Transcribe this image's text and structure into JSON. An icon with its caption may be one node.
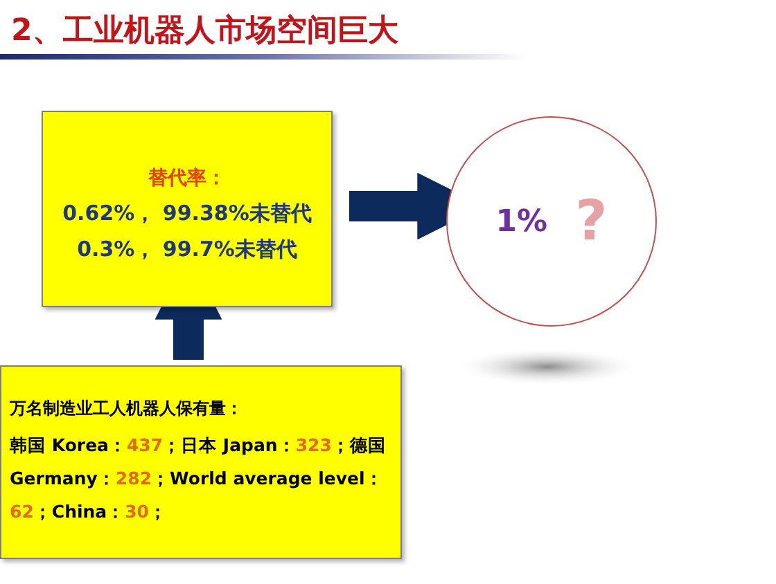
{
  "diagram": {
    "title": "2、工业机器人市场空间巨大",
    "nodes": [
      {
        "text": [
          "替代率：",
          "0.62%， 99.38%未替代",
          "0.3%， 99.7%未替代"
        ]
      },
      {
        "text": [
          "1%",
          "?"
        ]
      },
      {
        "text": [
          "万名制造业工人机器人保有量：",
          "韩国 Korea：437；日本 Japan：323；德国 Germany：282；World average level：62；China：30；"
        ]
      }
    ],
    "edges": [
      {
        "from": 2,
        "to": 0,
        "arrow": "to"
      },
      {
        "from": 0,
        "to": 1,
        "arrow": "to"
      }
    ]
  }
}
